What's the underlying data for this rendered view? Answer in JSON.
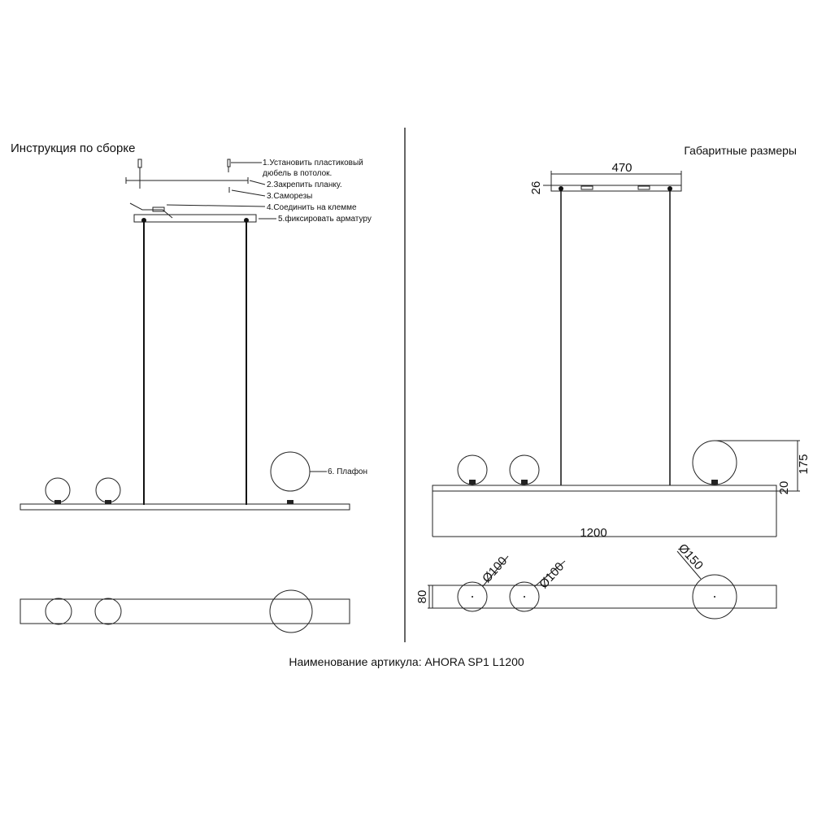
{
  "assembly": {
    "title": "Инструкция по сборке",
    "steps": [
      "1.Установить пластиковый",
      "дюбель в потолок.",
      "2.Закрепить планку.",
      "3.Саморезы",
      "4.Соединить на клемме",
      "5.фиксировать арматуру"
    ],
    "shade_label": "6. Плафон"
  },
  "dimensions": {
    "title": "Габаритные размеры",
    "canopy_width": "470",
    "canopy_height": "26",
    "globe_height": "175",
    "bar_height": "20",
    "length": "1200",
    "depth": "80",
    "diameters": [
      "Ø100",
      "Ø100",
      "Ø150"
    ]
  },
  "article": "Наименование артикула: AHORA SP1 L1200"
}
